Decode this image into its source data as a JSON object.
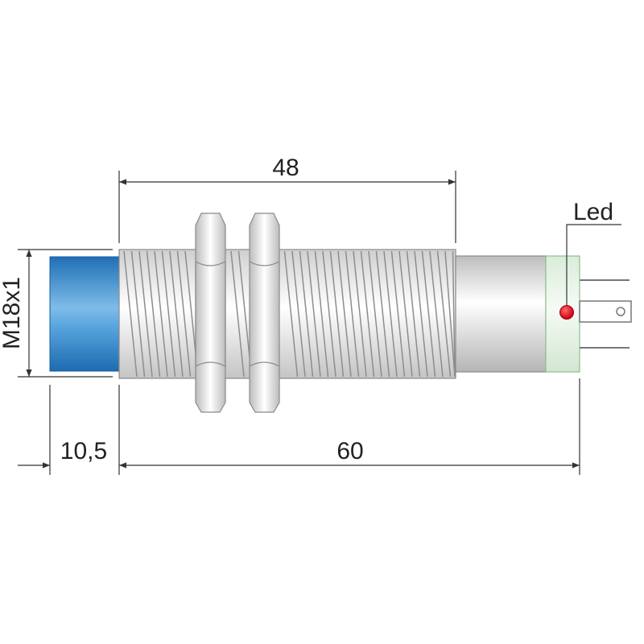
{
  "dimensions": {
    "top_length": "48",
    "sensing_face_length": "10,5",
    "total_length": "60",
    "thread_spec": "M18x1"
  },
  "labels": {
    "led": "Led"
  },
  "colors": {
    "sensing_face": "#3d8fd2",
    "led": "#e0101a",
    "led_window": "#e6f3e6",
    "body_metal": "#dcdcdc",
    "dimension_line": "#333333"
  }
}
